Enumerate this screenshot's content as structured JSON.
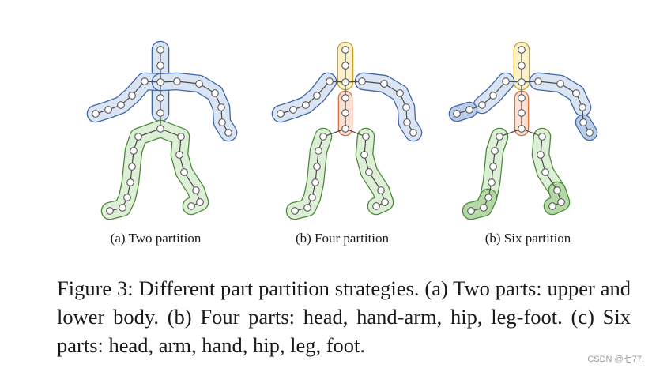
{
  "figure": {
    "subcaptions": [
      "(a) Two partition",
      "(b) Four partition",
      "(b) Six partition"
    ],
    "colors": {
      "blue": {
        "fill": "#dbe4f3",
        "stroke": "#3f67a8"
      },
      "green": {
        "fill": "#ddefd6",
        "stroke": "#4f8a3c"
      },
      "yellow": {
        "fill": "#fbf1c8",
        "stroke": "#c9a227"
      },
      "orange": {
        "fill": "#fbe0d3",
        "stroke": "#d9703f"
      },
      "handblue": {
        "fill": "#b9cde9",
        "stroke": "#3f67a8"
      },
      "footgreen": {
        "fill": "#b5d9a6",
        "stroke": "#4f8a3c"
      }
    }
  },
  "caption": {
    "text": "Figure 3: Different part partition strategies. (a) Two parts: upper and lower body. (b) Four parts: head, hand-arm, hip, leg-foot. (c) Six parts: head, arm, hand, hip, leg, foot."
  },
  "watermark": "CSDN @七77."
}
